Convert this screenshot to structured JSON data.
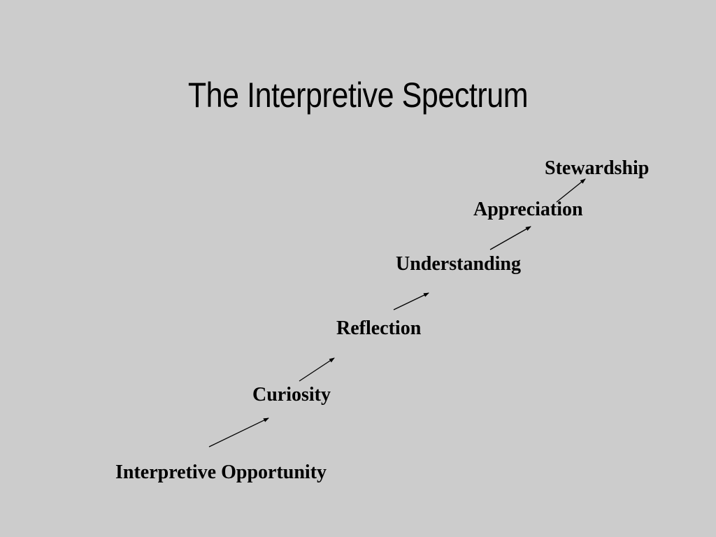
{
  "slide": {
    "title": "The Interpretive Spectrum"
  },
  "steps": [
    {
      "label": "Interpretive Opportunity"
    },
    {
      "label": "Curiosity"
    },
    {
      "label": "Reflection"
    },
    {
      "label": "Understanding"
    },
    {
      "label": "Appreciation"
    },
    {
      "label": "Stewardship"
    }
  ],
  "colors": {
    "background": "#cccccc",
    "text": "#000000"
  }
}
